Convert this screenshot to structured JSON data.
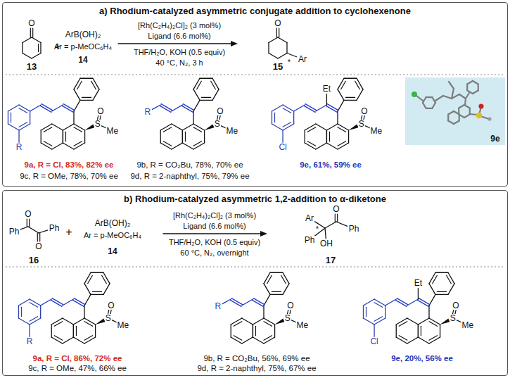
{
  "diagram": {
    "nodes": [
      {
        "text": [
          "a) Rhodium-catalyzed asymmetric conjugate addition to cyclohexenone"
        ]
      },
      {
        "text": [
          "b) Rhodium-catalyzed asymmetric 1,2-addition to α-diketone"
        ]
      }
    ],
    "labels": [
      "O",
      "13",
      "+",
      "ArB(OH)₂",
      "Ar = p-MeOC₆H₄",
      "14",
      "[Rh(C₂H₄)₂Cl]₂ (3 mol%)",
      "Ligand (6.6 mol%)",
      "THF/H₂O, KOH (0.5 equiv)",
      "40 °C, N₂, 3 h",
      "O",
      "*",
      "Ar",
      "15",
      "R",
      "S",
      "O",
      "Me",
      "9a, R = Cl, 83%, 82% ee",
      "9c, R = OMe, 78%, 70% ee",
      "R",
      "S",
      "O",
      "Me",
      "9b, R = CO₂Bu, 78%, 70% ee",
      "9d, R = 2-naphthyl, 75%, 79% ee",
      "Et",
      "Cl",
      "S",
      "O",
      "Me",
      "9e, 61%, 59% ee",
      "9e",
      "Ph",
      "O",
      "O",
      "Ph",
      "16",
      "+",
      "ArB(OH)₂",
      "Ar = p-MeOC₆H₄",
      "14",
      "[Rh(C₂H₄)₂Cl]₂ (3 mol%)",
      "Ligand (6.6 mol%)",
      "THF/H₂O, KOH (0.5 equiv)",
      "60 °C, N₂, overnight",
      "Ar",
      "*",
      "Ph",
      "OH",
      "O",
      "Ph",
      "17",
      "R",
      "S",
      "O",
      "Me",
      "9a, R = Cl, 86%, 72% ee",
      "9c, R = OMe, 47%, 66% ee",
      "R",
      "S",
      "O",
      "Me",
      "9b, R = CO₂Bu, 56%, 69% ee",
      "9d, R = 2-naphthyl, 75%, 67% ee",
      "Et",
      "Cl",
      "S",
      "O",
      "Me",
      "9e, 20%, 56% ee"
    ]
  }
}
